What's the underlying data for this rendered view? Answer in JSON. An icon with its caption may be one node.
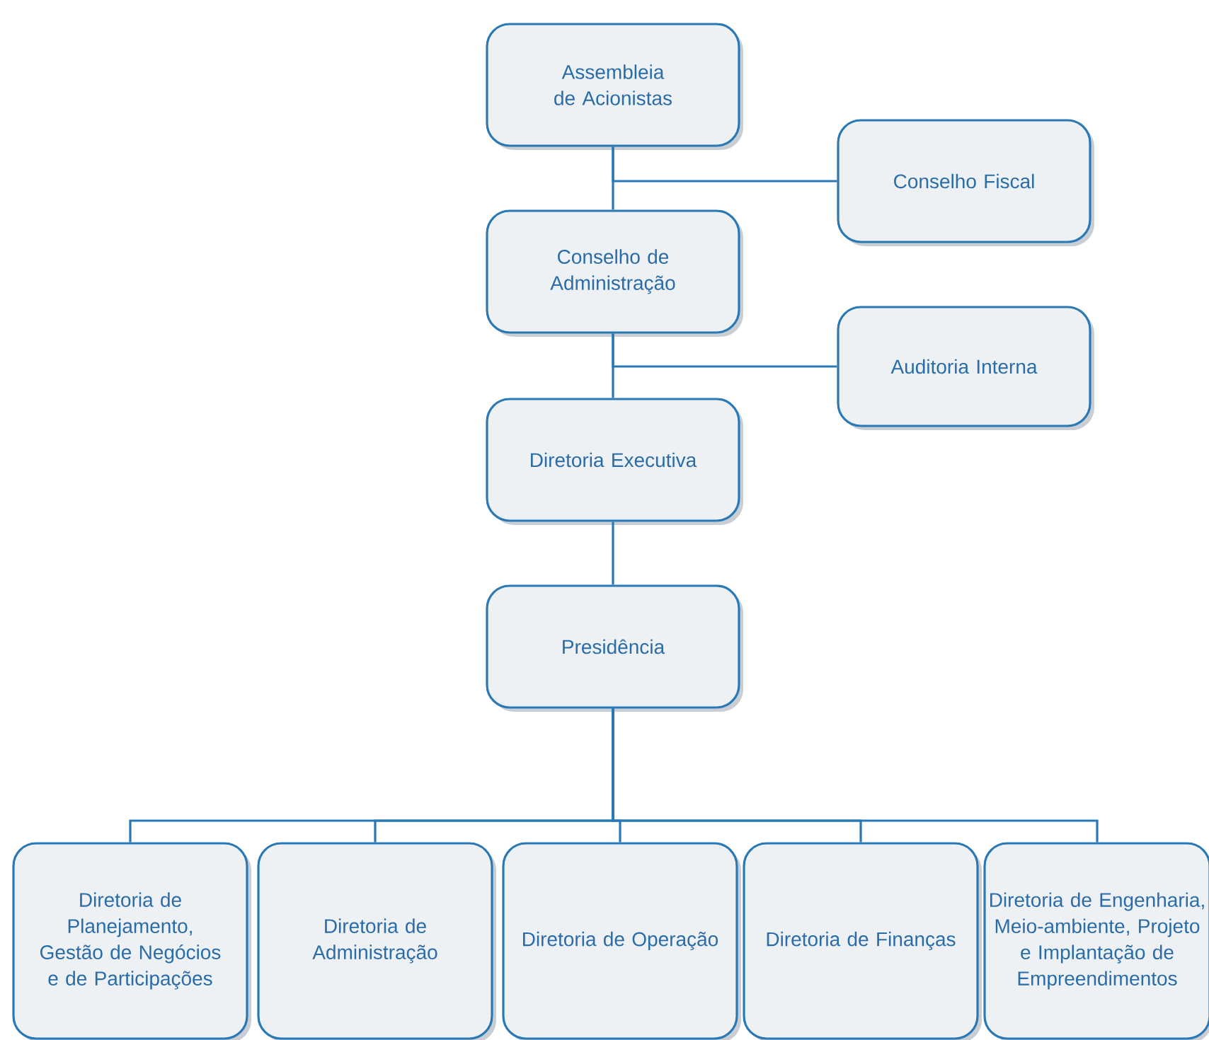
{
  "diagram": {
    "nodes": [
      {
        "text": [
          "Assembleia de Acionistas"
        ]
      },
      {
        "text": [
          "Conselho Fiscal"
        ]
      },
      {
        "text": [
          "Conselho de Administração"
        ]
      },
      {
        "text": [
          "Auditoria Interna"
        ]
      },
      {
        "text": [
          "Diretoria Executiva"
        ]
      },
      {
        "text": [
          "Presidência"
        ]
      },
      {
        "text": [
          "Diretoria de Planejamento, Gestão de Negócios e de Participações"
        ]
      },
      {
        "text": [
          "Diretoria de Administração"
        ]
      },
      {
        "text": [
          "Diretoria de Operação"
        ]
      },
      {
        "text": [
          "Diretoria de Finanças"
        ]
      },
      {
        "text": [
          "Diretoria de Engenharia, Meio-ambiente, Projeto e Implantação de Empreendimentos"
        ]
      }
    ],
    "edges": [
      {
        "from": 0,
        "to": 2,
        "arrow": "none"
      },
      {
        "from": 0,
        "to": 1,
        "arrow": "none"
      },
      {
        "from": 2,
        "to": 4,
        "arrow": "none"
      },
      {
        "from": 2,
        "to": 3,
        "arrow": "none"
      },
      {
        "from": 4,
        "to": 5,
        "arrow": "none"
      },
      {
        "from": 5,
        "to": 6,
        "arrow": "none"
      },
      {
        "from": 5,
        "to": 7,
        "arrow": "none"
      },
      {
        "from": 5,
        "to": 8,
        "arrow": "none"
      },
      {
        "from": 5,
        "to": 9,
        "arrow": "none"
      },
      {
        "from": 5,
        "to": 10,
        "arrow": "none"
      }
    ]
  }
}
